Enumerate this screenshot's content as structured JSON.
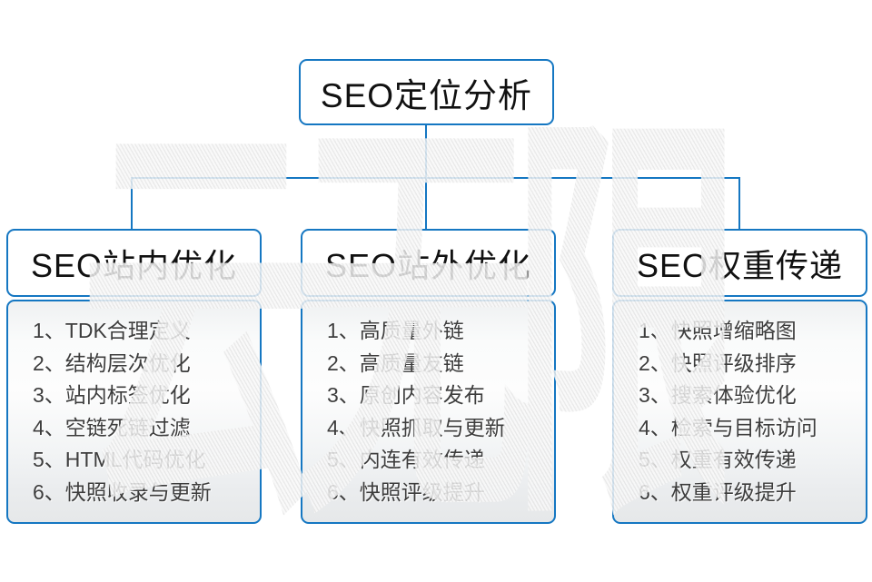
{
  "colors": {
    "accent_blue": "#1577c2",
    "heading_text": "#111111",
    "list_text": "#3d3d3d",
    "watermark_gray": "#ebebeb"
  },
  "watermark": "云无限",
  "root_node": {
    "label": "SEO定位分析"
  },
  "branches": [
    {
      "label": "SEO站内优化",
      "items": [
        "1、TDK合理定义",
        "2、结构层次优化",
        "3、站内标签优化",
        "4、空链死链过滤",
        "5、HTML代码优化",
        "6、快照收录与更新"
      ]
    },
    {
      "label": "SEO站外优化",
      "items": [
        "1、高质量外链",
        "2、高质量友链",
        "3、原创内容发布",
        "4、快照抓取与更新",
        "5、内连有效传递",
        "6、快照评级提升"
      ]
    },
    {
      "label": "SEO权重传递",
      "items": [
        "1、快照增缩略图",
        "2、快照评级排序",
        "3、搜索体验优化",
        "4、检索与目标访问",
        "5、权重有效传递",
        "6、权重评级提升"
      ]
    }
  ]
}
